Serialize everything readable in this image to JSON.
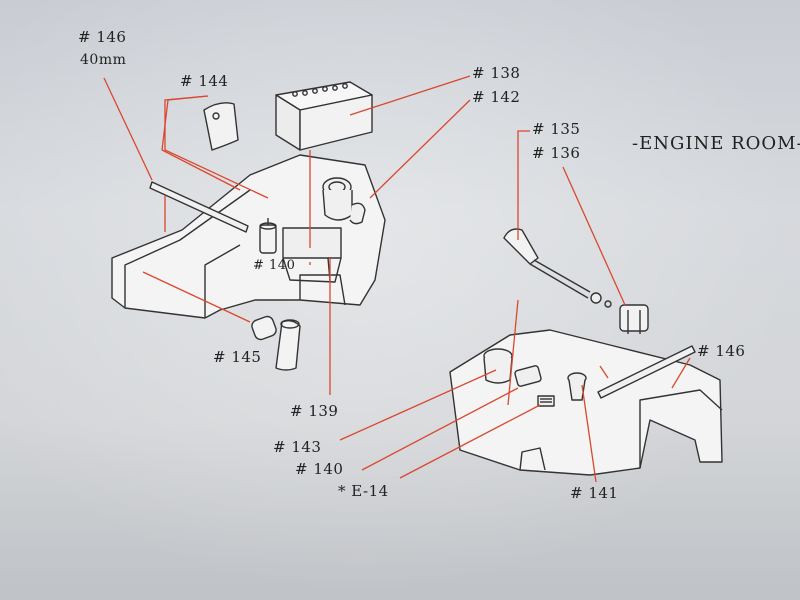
{
  "title": "-ENGINE ROOM-",
  "labels": {
    "p146_top": "# 146",
    "p146_size": "40mm",
    "p144": "# 144",
    "p138": "# 138",
    "p142": "# 142",
    "p135": "# 135",
    "p136": "# 136",
    "p140_left": "# 140",
    "p145": "# 145",
    "p139": "# 139",
    "p146_right": "# 146",
    "p143": "# 143",
    "p140_bottom": "# 140",
    "e14": "* E-14",
    "p141": "# 141"
  },
  "colors": {
    "leader": "#d9482f",
    "ink": "#2a2a2a"
  }
}
